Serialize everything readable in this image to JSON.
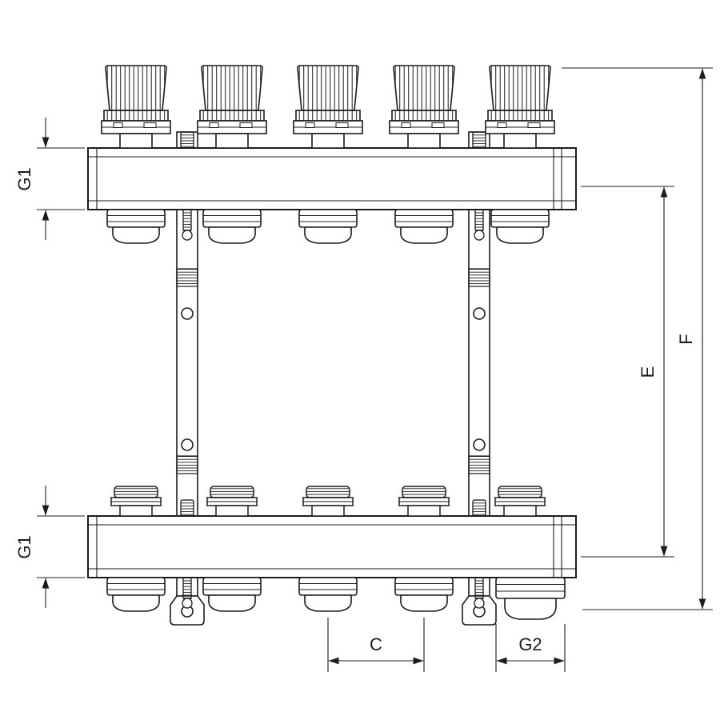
{
  "diagram": {
    "subject": "Floor heating manifold with thermostatic valve heads - dimensional technical drawing",
    "line_color": "#1c1c1c",
    "background_color": "#ffffff",
    "labels": {
      "g1_top": "G1",
      "g1_bottom": "G1",
      "e": "E",
      "f": "F",
      "c": "C",
      "g2": "G2"
    },
    "visible_counts": {
      "thermostatic_heads": 5,
      "top_outlet_fittings": 5,
      "bottom_valve_caps": 5,
      "bottom_outlet_fittings": 4,
      "main_bottom_connections": 1,
      "mounting_brackets": 2
    }
  }
}
